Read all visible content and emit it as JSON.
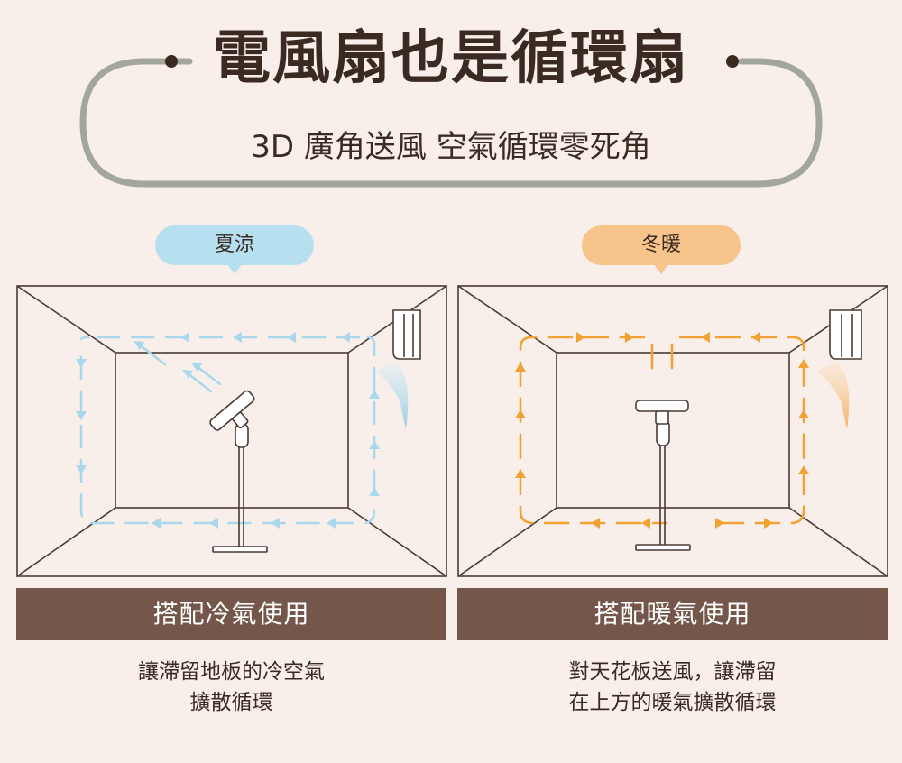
{
  "header": {
    "title": "電風扇也是循環扇",
    "subtitle": "3D 廣角送風  空氣循環零死角",
    "frame_color": "#a3a69c"
  },
  "panels": [
    {
      "season_label": "夏涼",
      "bubble_color": "#b6e0f0",
      "arrow_color": "#a9d8ec",
      "caption": "搭配冷氣使用",
      "description": [
        "讓滯留地板的冷空氣",
        "擴散循環"
      ]
    },
    {
      "season_label": "冬暖",
      "bubble_color": "#f7c48c",
      "arrow_color": "#f2a233",
      "caption": "搭配暖氣使用",
      "description": [
        "對天花板送風，讓滯留",
        "在上方的暖氣擴散循環"
      ]
    }
  ],
  "colors": {
    "background": "#f8efeb",
    "bar": "#74574a",
    "text": "#3a2a22",
    "room_line": "#4a3a33"
  }
}
